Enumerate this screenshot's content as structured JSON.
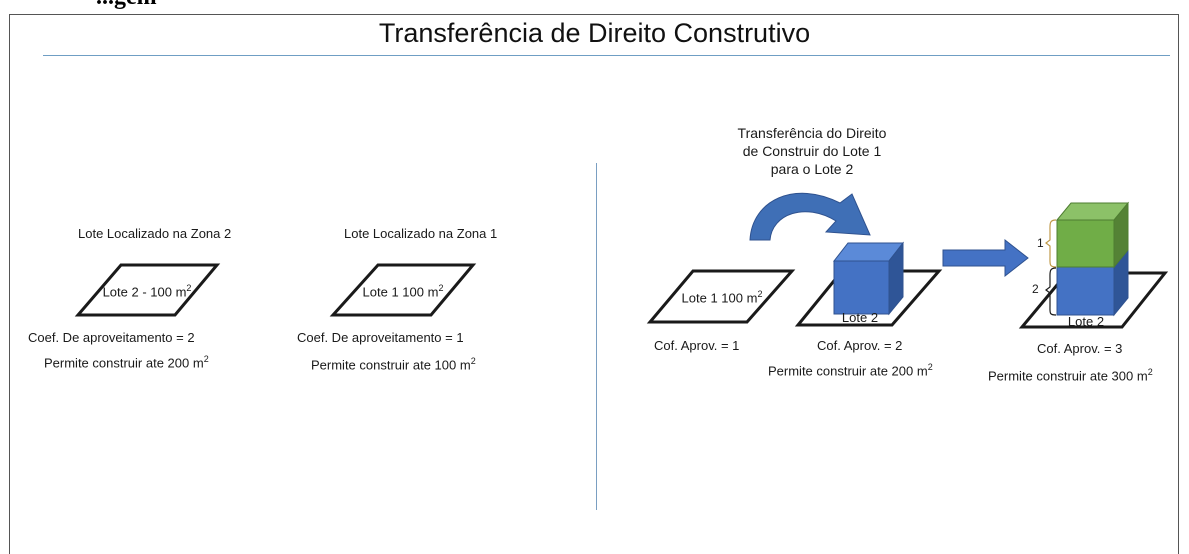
{
  "header_fragment": "...gem",
  "title": "Transferência de Direito Construtivo",
  "left": {
    "lot_a": {
      "heading": "Lote Localizado na Zona 2",
      "plot_label": "Lote 2 - 100 m",
      "coef": "Coef. De aproveitamento  = 2",
      "permit": "Permite construir ate 200 m"
    },
    "lot_b": {
      "heading": "Lote Localizado na Zona 1",
      "plot_label": "Lote 1 100 m",
      "coef": "Coef. De aproveitamento  = 1",
      "permit": "Permite construir ate 100 m"
    },
    "sup": "2"
  },
  "right": {
    "caption_lines": [
      "Transferência do Direito",
      "de Construir do Lote 1",
      "para o Lote 2"
    ],
    "lot1_label": "Lote 1 100 m",
    "lot1_coef": "Cof. Aprov. = 1",
    "lot2_label": "Lote 2",
    "lot2_coef": "Cof. Aprov. = 2",
    "lot2_permit": "Permite construir ate 200 m",
    "result_label": "Lote 2",
    "result_coef": "Cof. Aprov. = 3",
    "result_permit": "Permite construir ate 300 m",
    "bracket_top": "1",
    "bracket_bottom": "2"
  },
  "colors": {
    "blue_box": "#4472c4",
    "green_box": "#70ad47",
    "arrow": "#3f6fb6",
    "divider": "#7a9fc2"
  }
}
